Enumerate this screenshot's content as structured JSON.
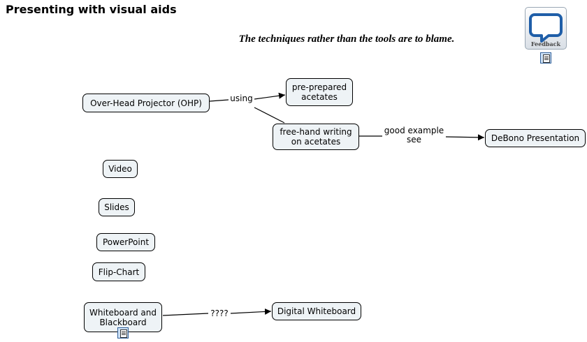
{
  "title": "Presenting with visual aids",
  "subtitle": "The techniques rather than the tools are to blame.",
  "feedback": {
    "label": "Feedback"
  },
  "nodes": {
    "ohp": "Over-Head Projector (OHP)",
    "pre_prepared": "pre-prepared\nacetates",
    "free_hand": "free-hand writing\non acetates",
    "debono": "DeBono Presentation",
    "video": "Video",
    "slides": "Slides",
    "powerpoint": "PowerPoint",
    "flipchart": "Flip-Chart",
    "whiteboard": "Whiteboard and\nBlackboard",
    "digital": "Digital Whiteboard"
  },
  "links": {
    "using": "using",
    "good_example": "good example\nsee",
    "unknown": "????"
  }
}
